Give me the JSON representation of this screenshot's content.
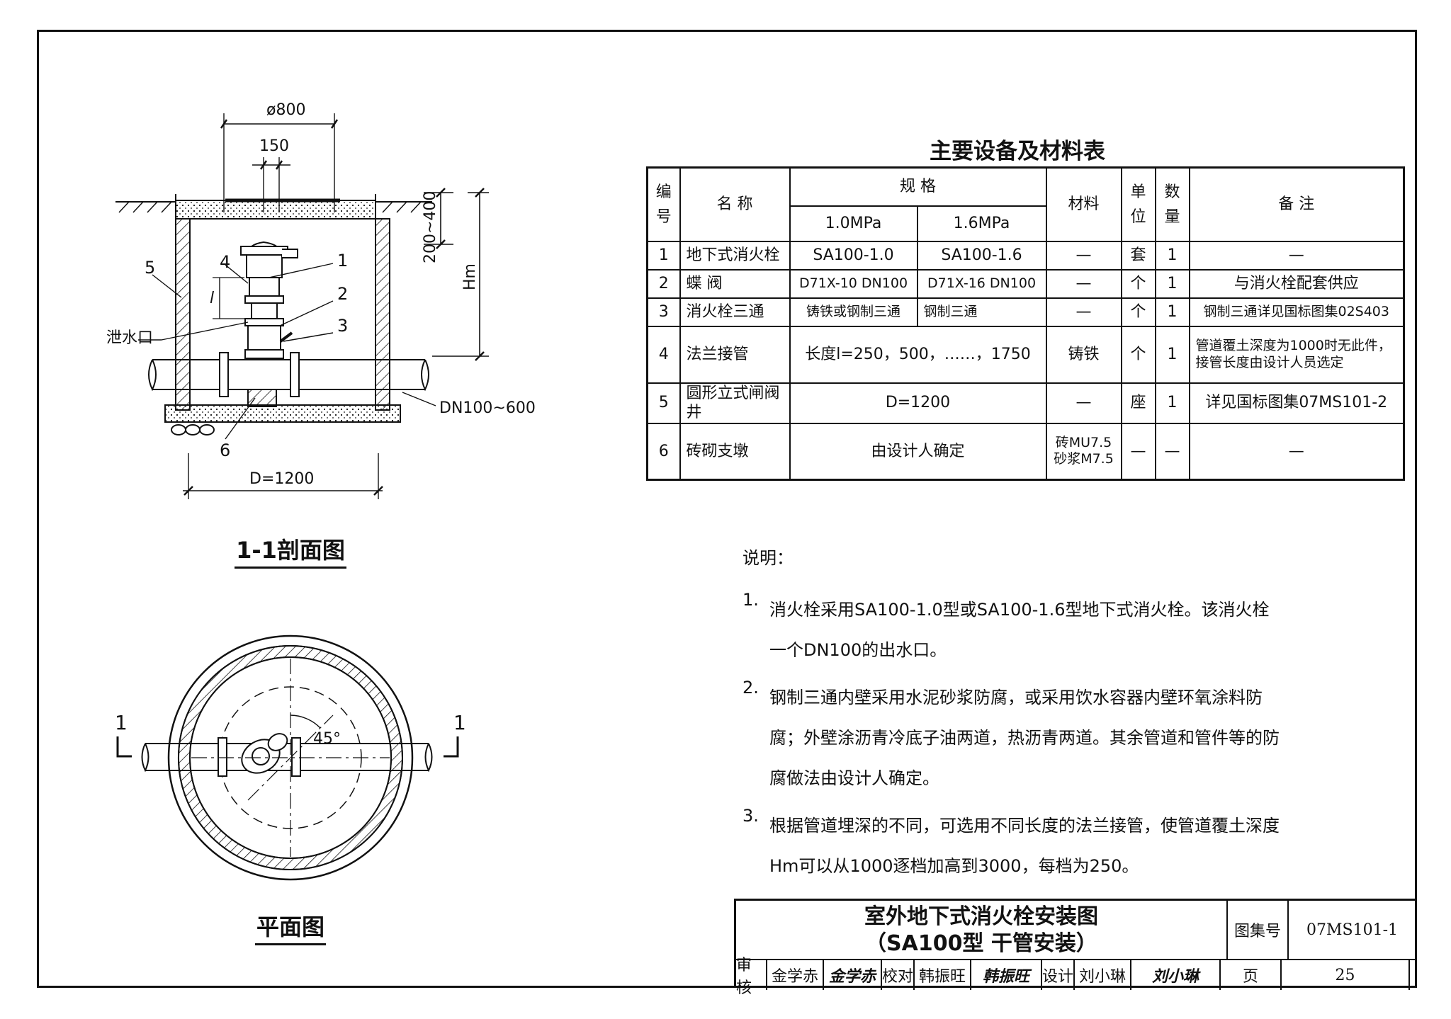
{
  "section_view": {
    "title": "1-1剖面图",
    "dim_outer_diameter": "ø800",
    "dim_offset": "150",
    "dim_depth_range": "200~400",
    "dim_hm": "Hm",
    "dim_diameter": "D=1200",
    "dim_pipe": "DN100~600",
    "drain_label": "泄水口",
    "length_symbol": "l",
    "callouts": [
      "1",
      "2",
      "3",
      "4",
      "5",
      "6"
    ]
  },
  "plan_view": {
    "title": "平面图",
    "angle": "45°",
    "section_mark": "1"
  },
  "table": {
    "title": "主要设备及材料表",
    "headers": {
      "no": "编号",
      "name": "名  称",
      "spec": "规      格",
      "spec_1": "1.0MPa",
      "spec_2": "1.6MPa",
      "material": "材料",
      "unit": "单位",
      "qty": "数量",
      "remark": "备    注"
    },
    "rows": [
      {
        "no": "1",
        "name": "地下式消火栓",
        "spec1": "SA100-1.0",
        "spec2": "SA100-1.6",
        "material": "—",
        "unit": "套",
        "qty": "1",
        "remark": "—"
      },
      {
        "no": "2",
        "name": "蝶  阀",
        "spec1": "D71X-10 DN100",
        "spec2": "D71X-16 DN100",
        "material": "—",
        "unit": "个",
        "qty": "1",
        "remark": "与消火栓配套供应"
      },
      {
        "no": "3",
        "name": "消火栓三通",
        "spec1": "铸铁或钢制三通",
        "spec2": "钢制三通",
        "material": "—",
        "unit": "个",
        "qty": "1",
        "remark": "钢制三通详见国标图集02S403"
      },
      {
        "no": "4",
        "name": "法兰接管",
        "spec": "长度l=250，500，……，1750",
        "material": "铸铁",
        "unit": "个",
        "qty": "1",
        "remark": "管道覆土深度为1000时无此件，接管长度由设计人员选定"
      },
      {
        "no": "5",
        "name": "圆形立式闸阀井",
        "spec": "D=1200",
        "material": "—",
        "unit": "座",
        "qty": "1",
        "remark": "详见国标图集07MS101-2"
      },
      {
        "no": "6",
        "name": "砖砌支墩",
        "spec": "由设计人确定",
        "material": "砖MU7.5 砂浆M7.5",
        "unit": "—",
        "qty": "—",
        "remark": "—"
      }
    ]
  },
  "notes": {
    "heading": "说明：",
    "items": [
      {
        "num": "1.",
        "text": "消火栓采用SA100-1.0型或SA100-1.6型地下式消火栓。该消火栓一个DN100的出水口。"
      },
      {
        "num": "2.",
        "text": "钢制三通内壁采用水泥砂浆防腐，或采用饮水容器内壁环氧涂料防腐；外壁涂沥青冷底子油两道，热沥青两道。其余管道和管件等的防腐做法由设计人确定。"
      },
      {
        "num": "3.",
        "text": "根据管道埋深的不同，可选用不同长度的法兰接管，使管道覆土深度Hm可以从1000逐档加高到3000，每档为250。"
      }
    ]
  },
  "title_block": {
    "title_line1": "室外地下式消火栓安装图",
    "title_line2": "（SA100型  干管安装）",
    "atlas_label": "图集号",
    "atlas_no": "07MS101-1",
    "page_label": "页",
    "page_no": "25",
    "review_label": "审核",
    "reviewer": "金学赤",
    "reviewer_sig": "金学赤",
    "check_label": "校对",
    "checker": "韩振旺",
    "checker_sig": "韩振旺",
    "design_label": "设计",
    "designer": "刘小琳",
    "designer_sig": "刘小琳"
  }
}
